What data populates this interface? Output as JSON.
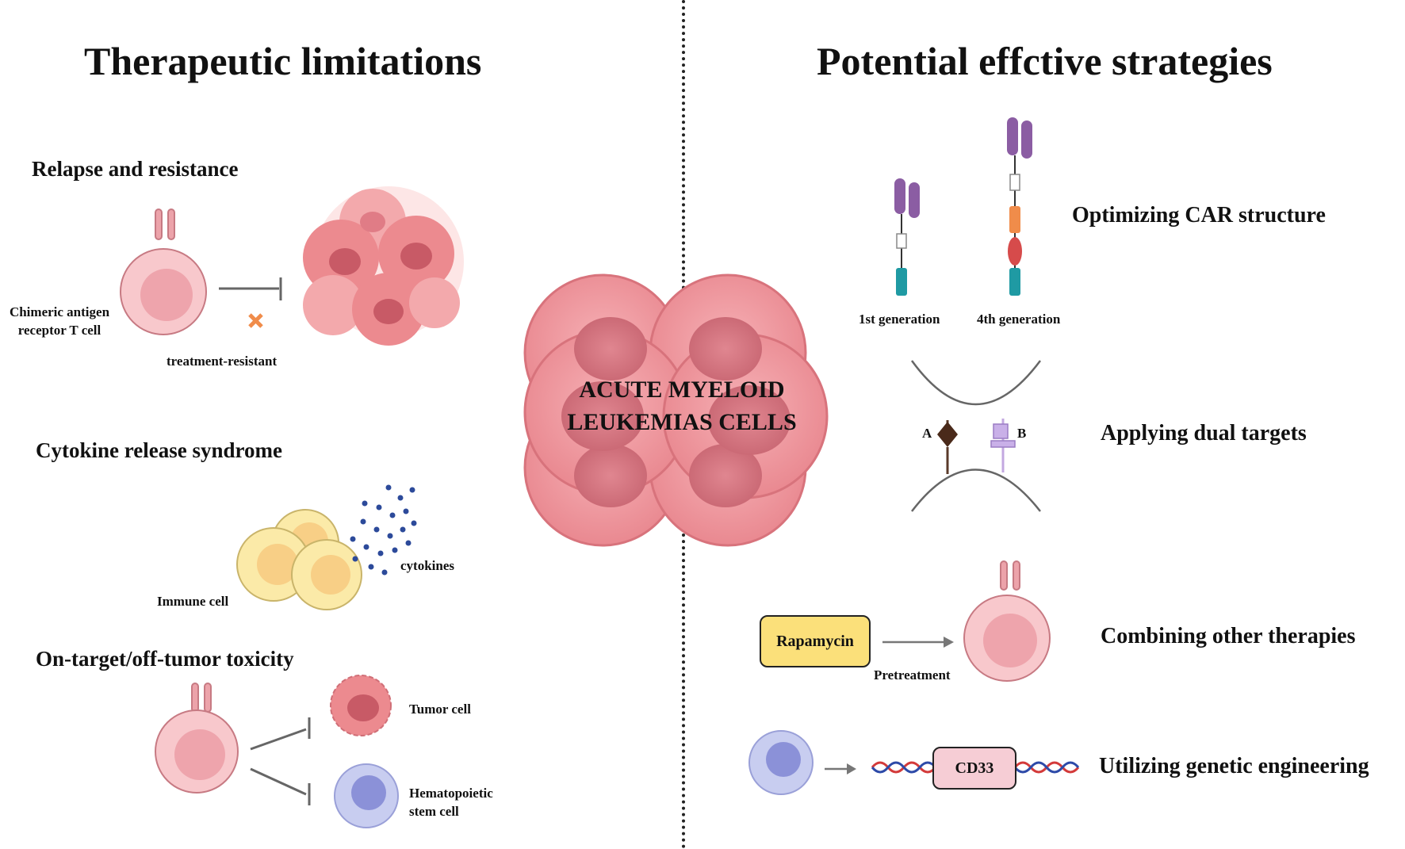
{
  "left": {
    "title": "Therapeutic limitations",
    "sections": [
      {
        "heading": "Relapse and resistance",
        "labels": {
          "car_t_line1": "Chimeric antigen",
          "car_t_line2": "receptor T cell",
          "resistant": "treatment-resistant"
        }
      },
      {
        "heading": "Cytokine release syndrome",
        "labels": {
          "immune_cell": "Immune cell",
          "cytokines": "cytokines"
        }
      },
      {
        "heading": "On-target/off-tumor toxicity",
        "labels": {
          "tumor_cell": "Tumor cell",
          "hsc_line1": "Hematopoietic",
          "hsc_line2": "stem cell"
        }
      }
    ]
  },
  "center": {
    "line1": "ACUTE MYELOID",
    "line2": "LEUKEMIAS CELLS"
  },
  "right": {
    "title": "Potential effctive strategies",
    "strategies": [
      {
        "label": "Optimizing CAR structure",
        "sub1": "1st generation",
        "sub2": "4th generation"
      },
      {
        "label": "Applying dual targets",
        "target_a": "A",
        "target_b": "B"
      },
      {
        "label": "Combining other therapies",
        "drug": "Rapamycin",
        "step": "Pretreatment"
      },
      {
        "label": "Utilizing genetic engineering",
        "gene": "CD33"
      }
    ]
  },
  "colors": {
    "car_t_outer": "#f7c3c8",
    "car_t_inner": "#eda5ad",
    "tumor": "#ec8a8f",
    "tumor_nucleus": "#c85a66",
    "immune_outer": "#fbeaa8",
    "immune_inner": "#f8cf86",
    "cytokine": "#2c4a9a",
    "hsc_outer": "#c8cdf0",
    "hsc_inner": "#8b91d8",
    "car_purple": "#8b5da3",
    "car_teal": "#1f9aa3",
    "car_orange": "#f08c4a",
    "car_red": "#d64b4b",
    "rapamycin": "#fbe07a",
    "cd33": "#f6cdd5",
    "dna_red": "#d33a3a",
    "dna_blue": "#2d4aa8"
  }
}
